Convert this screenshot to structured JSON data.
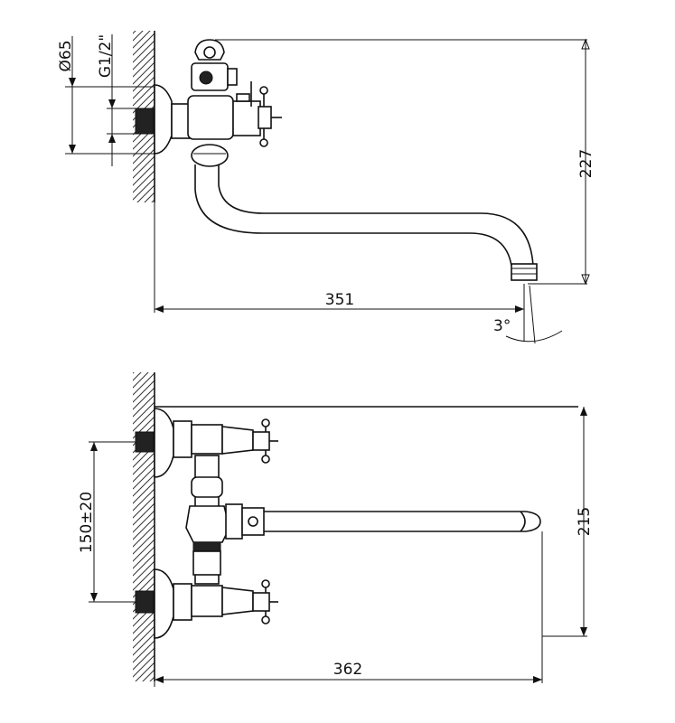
{
  "side_view": {
    "diameter_label": "Ø65",
    "thread_label": "G1/2\"",
    "height_label": "227",
    "length_label": "351",
    "angle_label": "3°"
  },
  "top_view": {
    "spacing_label": "150±20",
    "height_label": "215",
    "length_label": "362"
  },
  "colors": {
    "line": "#111111",
    "background": "#ffffff"
  }
}
